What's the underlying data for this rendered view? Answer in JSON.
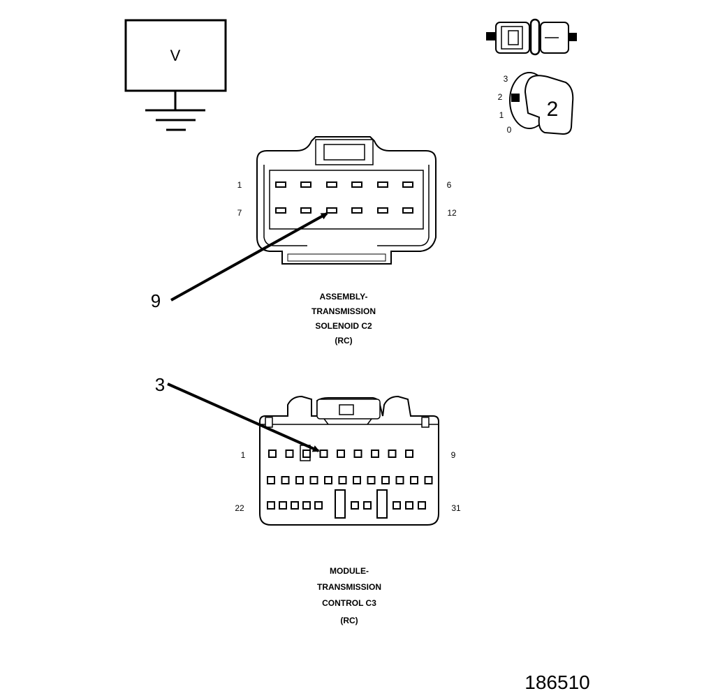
{
  "voltmeter": {
    "symbol": "V"
  },
  "meter_switch": {
    "positions": [
      "3",
      "2",
      "1",
      "0"
    ],
    "selected": "2"
  },
  "connector_c2": {
    "pin_labels": {
      "top_left": "1",
      "top_right": "6",
      "bottom_left": "7",
      "bottom_right": "12"
    },
    "caption": [
      "ASSEMBLY-",
      "TRANSMISSION",
      "SOLENOID C2",
      "(RC)"
    ],
    "callout": "9"
  },
  "connector_c3": {
    "pin_labels": {
      "top_left": "1",
      "top_right": "9",
      "bottom_left": "22",
      "bottom_right": "31"
    },
    "caption": [
      "MODULE-",
      "TRANSMISSION",
      "CONTROL C3",
      "(RC)"
    ],
    "callout": "3"
  },
  "figure_id": "186510"
}
